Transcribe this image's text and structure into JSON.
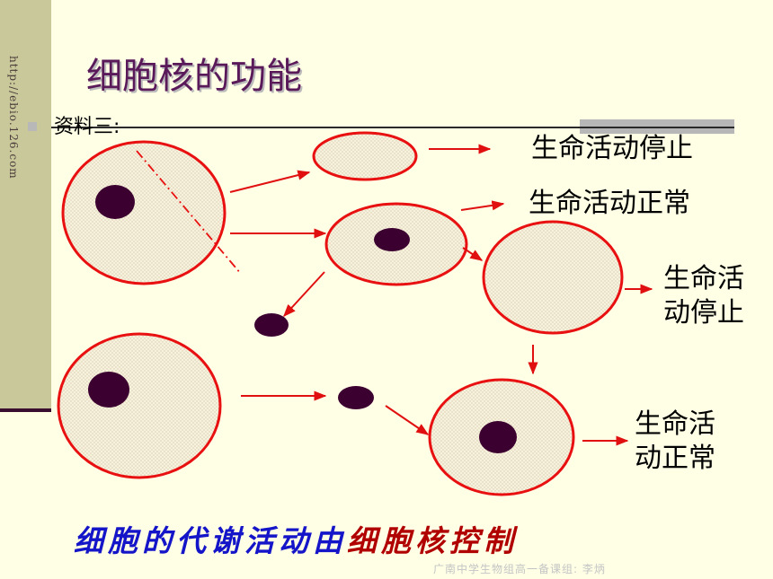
{
  "title": "细胞核的功能",
  "sidebar_url": "http://ebio.126.com",
  "section_label": "资料三:",
  "labels": {
    "stop_1": "生命活动停止",
    "normal_1": "生命活动正常",
    "stop_2_line1": "生命活",
    "stop_2_line2": "动停止",
    "normal_2_line1": "生命活",
    "normal_2_line2": "动正常"
  },
  "caption": {
    "part1": "细胞的代谢活动由",
    "part2": "细胞核控制"
  },
  "footer": "广南中学生物组高一备课组: 李炳",
  "colors": {
    "cell_outline": "#e81010",
    "nucleus": "#3c0030",
    "arrow": "#e01010",
    "title": "#5a1a5a",
    "caption_blue": "#1414c8",
    "caption_red": "#b00000"
  }
}
